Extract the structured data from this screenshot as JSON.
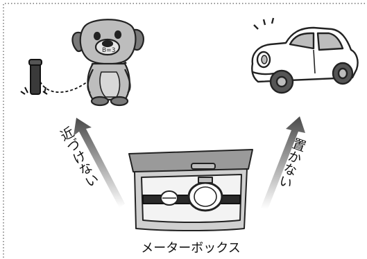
{
  "labels": {
    "left_arrow_text": "近づけない",
    "right_arrow_text": "置かない",
    "caption": "メーターボックス"
  },
  "colors": {
    "border": "#555555",
    "arrow": "#555555",
    "body_gray": "#bdbdbd",
    "dark_gray": "#7a7a7a",
    "outline": "#222222"
  },
  "icons": {
    "dog": "dog-icon",
    "post": "post-icon",
    "car": "car-icon",
    "meter_box": "meter-box-icon"
  }
}
